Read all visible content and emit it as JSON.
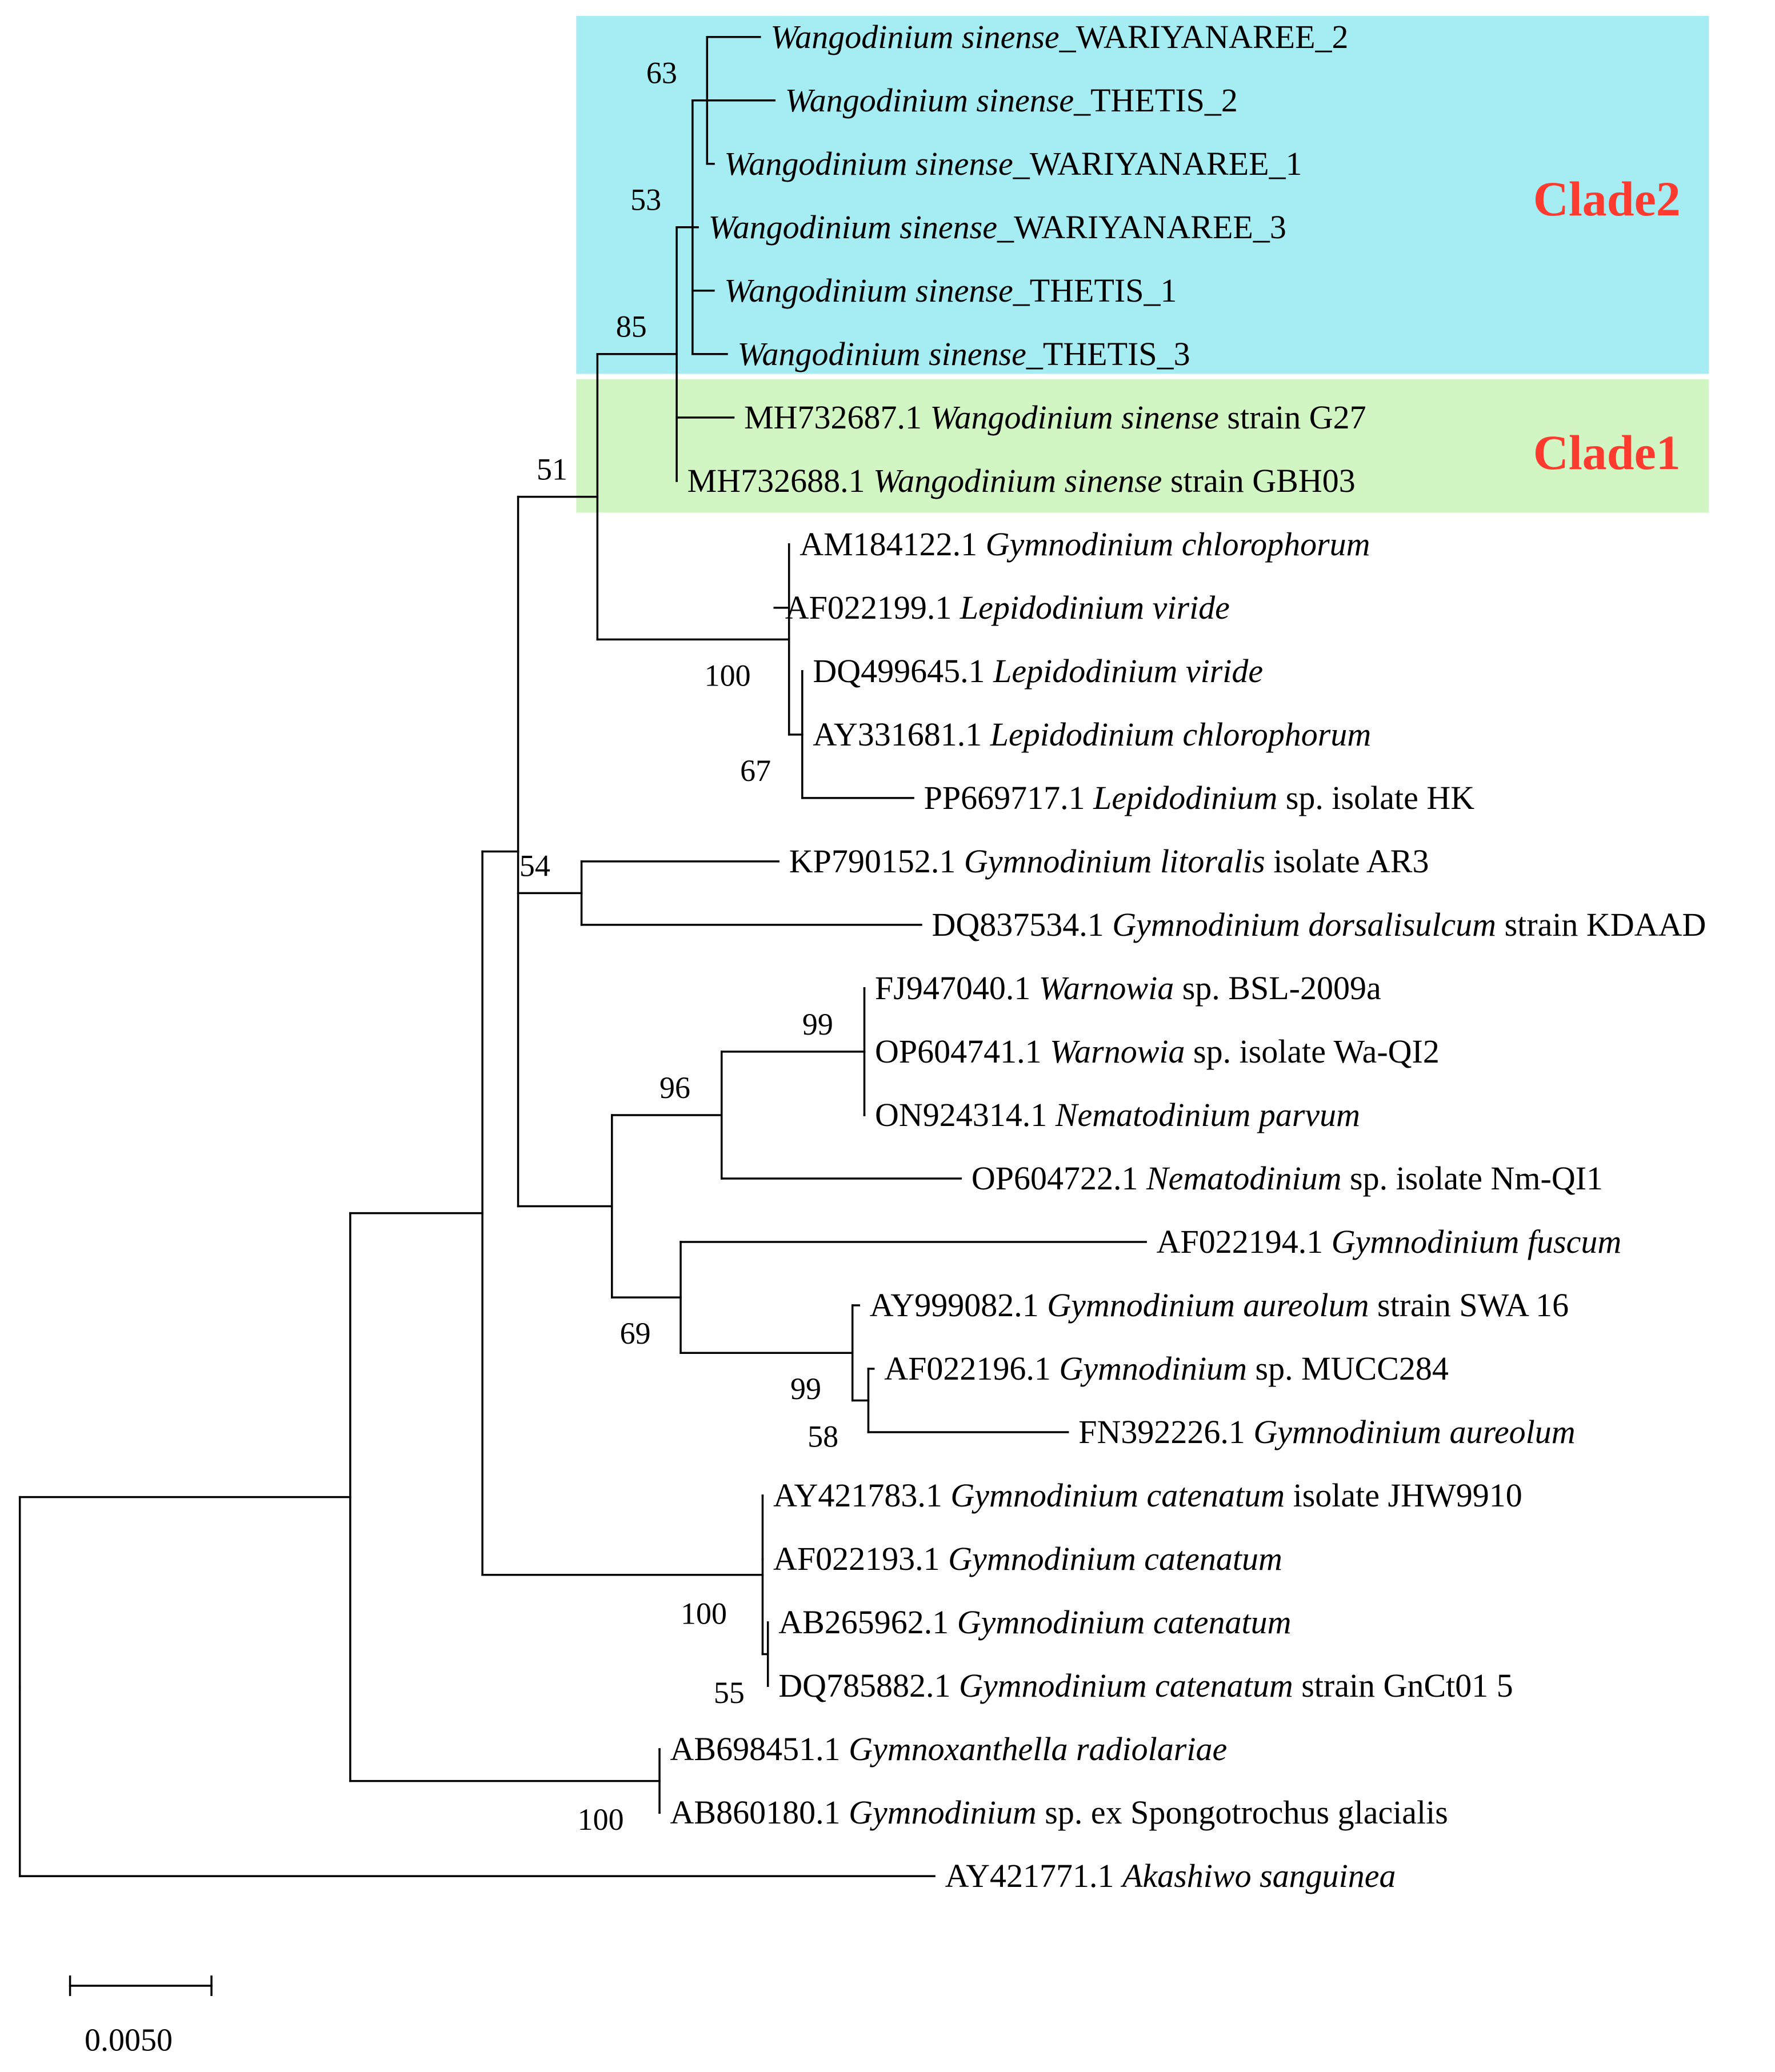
{
  "colors": {
    "clade2_box": "#a6ecf3",
    "clade1_box": "#d2f5c4",
    "clade_label": "#ff3b2f",
    "branch": "#000000"
  },
  "clades": [
    {
      "id": "clade2",
      "label": "Clade2"
    },
    {
      "id": "clade1",
      "label": "Clade1"
    }
  ],
  "taxa": [
    {
      "id": "t1",
      "parts": [
        {
          "t": "Wangodinium sinense",
          "i": true
        },
        {
          "t": "_WARIYANAREE_2",
          "i": false
        }
      ]
    },
    {
      "id": "t2",
      "parts": [
        {
          "t": "Wangodinium sinense",
          "i": true
        },
        {
          "t": "_THETIS_2",
          "i": false
        }
      ]
    },
    {
      "id": "t3",
      "parts": [
        {
          "t": "Wangodinium sinense",
          "i": true
        },
        {
          "t": "_WARIYANAREE_1",
          "i": false
        }
      ]
    },
    {
      "id": "t4",
      "parts": [
        {
          "t": "Wangodinium sinense",
          "i": true
        },
        {
          "t": "_WARIYANAREE_3",
          "i": false
        }
      ]
    },
    {
      "id": "t5",
      "parts": [
        {
          "t": "Wangodinium sinense",
          "i": true
        },
        {
          "t": "_THETIS_1",
          "i": false
        }
      ]
    },
    {
      "id": "t6",
      "parts": [
        {
          "t": "Wangodinium sinense",
          "i": true
        },
        {
          "t": "_THETIS_3",
          "i": false
        }
      ]
    },
    {
      "id": "t7",
      "parts": [
        {
          "t": "MH732687.1 ",
          "i": false
        },
        {
          "t": "Wangodinium sinense",
          "i": true
        },
        {
          "t": " strain G27",
          "i": false
        }
      ]
    },
    {
      "id": "t8",
      "parts": [
        {
          "t": "MH732688.1 ",
          "i": false
        },
        {
          "t": "Wangodinium sinense",
          "i": true
        },
        {
          "t": " strain GBH03",
          "i": false
        }
      ]
    },
    {
      "id": "t9",
      "parts": [
        {
          "t": "AM184122.1 ",
          "i": false
        },
        {
          "t": "Gymnodinium chlorophorum",
          "i": true
        }
      ]
    },
    {
      "id": "t10",
      "parts": [
        {
          "t": "AF022199.1 ",
          "i": false
        },
        {
          "t": "Lepidodinium viride",
          "i": true
        }
      ]
    },
    {
      "id": "t11",
      "parts": [
        {
          "t": "DQ499645.1 ",
          "i": false
        },
        {
          "t": "Lepidodinium viride",
          "i": true
        }
      ]
    },
    {
      "id": "t12",
      "parts": [
        {
          "t": "AY331681.1 ",
          "i": false
        },
        {
          "t": "Lepidodinium chlorophorum",
          "i": true
        }
      ]
    },
    {
      "id": "t13",
      "parts": [
        {
          "t": "PP669717.1 ",
          "i": false
        },
        {
          "t": "Lepidodinium",
          "i": true
        },
        {
          "t": " sp. isolate HK",
          "i": false
        }
      ]
    },
    {
      "id": "t14",
      "parts": [
        {
          "t": "KP790152.1 ",
          "i": false
        },
        {
          "t": "Gymnodinium litoralis",
          "i": true
        },
        {
          "t": " isolate AR3",
          "i": false
        }
      ]
    },
    {
      "id": "t15",
      "parts": [
        {
          "t": "DQ837534.1 ",
          "i": false
        },
        {
          "t": "Gymnodinium dorsalisulcum",
          "i": true
        },
        {
          "t": " strain KDAAD",
          "i": false
        }
      ]
    },
    {
      "id": "t16",
      "parts": [
        {
          "t": "FJ947040.1 ",
          "i": false
        },
        {
          "t": "Warnowia",
          "i": true
        },
        {
          "t": " sp. BSL-2009a",
          "i": false
        }
      ]
    },
    {
      "id": "t17",
      "parts": [
        {
          "t": "OP604741.1 ",
          "i": false
        },
        {
          "t": "Warnowia",
          "i": true
        },
        {
          "t": " sp. isolate Wa-QI2",
          "i": false
        }
      ]
    },
    {
      "id": "t18",
      "parts": [
        {
          "t": "ON924314.1 ",
          "i": false
        },
        {
          "t": "Nematodinium parvum",
          "i": true
        }
      ]
    },
    {
      "id": "t19",
      "parts": [
        {
          "t": "OP604722.1 ",
          "i": false
        },
        {
          "t": "Nematodinium",
          "i": true
        },
        {
          "t": " sp. isolate Nm-QI1",
          "i": false
        }
      ]
    },
    {
      "id": "t20",
      "parts": [
        {
          "t": "AF022194.1 ",
          "i": false
        },
        {
          "t": "Gymnodinium fuscum",
          "i": true
        }
      ]
    },
    {
      "id": "t21",
      "parts": [
        {
          "t": "AY999082.1 ",
          "i": false
        },
        {
          "t": "Gymnodinium aureolum",
          "i": true
        },
        {
          "t": " strain SWA 16",
          "i": false
        }
      ]
    },
    {
      "id": "t22",
      "parts": [
        {
          "t": "AF022196.1 ",
          "i": false
        },
        {
          "t": "Gymnodinium",
          "i": true
        },
        {
          "t": " sp. MUCC284",
          "i": false
        }
      ]
    },
    {
      "id": "t23",
      "parts": [
        {
          "t": "FN392226.1 ",
          "i": false
        },
        {
          "t": "Gymnodinium aureolum",
          "i": true
        }
      ]
    },
    {
      "id": "t24",
      "parts": [
        {
          "t": "AY421783.1 ",
          "i": false
        },
        {
          "t": "Gymnodinium catenatum",
          "i": true
        },
        {
          "t": " isolate JHW9910",
          "i": false
        }
      ]
    },
    {
      "id": "t25",
      "parts": [
        {
          "t": "AF022193.1 ",
          "i": false
        },
        {
          "t": "Gymnodinium catenatum",
          "i": true
        }
      ]
    },
    {
      "id": "t26",
      "parts": [
        {
          "t": "AB265962.1 ",
          "i": false
        },
        {
          "t": "Gymnodinium catenatum",
          "i": true
        }
      ]
    },
    {
      "id": "t27",
      "parts": [
        {
          "t": "DQ785882.1 ",
          "i": false
        },
        {
          "t": "Gymnodinium catenatum",
          "i": true
        },
        {
          "t": " strain GnCt01 5",
          "i": false
        }
      ]
    },
    {
      "id": "t28",
      "parts": [
        {
          "t": "AB698451.1 ",
          "i": false
        },
        {
          "t": "Gymnoxanthella radiolariae",
          "i": true
        }
      ]
    },
    {
      "id": "t29",
      "parts": [
        {
          "t": "AB860180.1 ",
          "i": false
        },
        {
          "t": "Gymnodinium",
          "i": true
        },
        {
          "t": " sp. ex Spongotrochus glacialis",
          "i": false
        }
      ]
    },
    {
      "id": "t30",
      "parts": [
        {
          "t": "AY421771.1 ",
          "i": false
        },
        {
          "t": "Akashiwo sanguinea",
          "i": true
        }
      ]
    }
  ],
  "bootstrap": [
    {
      "node": "n_w2",
      "value": "63"
    },
    {
      "node": "n_w1",
      "value": "53"
    },
    {
      "node": "n_w0",
      "value": "85"
    },
    {
      "node": "n_a",
      "value": "51"
    },
    {
      "node": "n_lep",
      "value": "100"
    },
    {
      "node": "n_lep2",
      "value": "67"
    },
    {
      "node": "n_b",
      "value": "54"
    },
    {
      "node": "n_war",
      "value": "99"
    },
    {
      "node": "n_war0",
      "value": "96"
    },
    {
      "node": "n_fus",
      "value": "69"
    },
    {
      "node": "n_aur",
      "value": "99"
    },
    {
      "node": "n_aur2",
      "value": "58"
    },
    {
      "node": "n_cat",
      "value": "100"
    },
    {
      "node": "n_cat2",
      "value": "55"
    },
    {
      "node": "n_rad",
      "value": "100"
    }
  ],
  "scale_bar": {
    "value": 0.005,
    "label": "0.0050"
  }
}
